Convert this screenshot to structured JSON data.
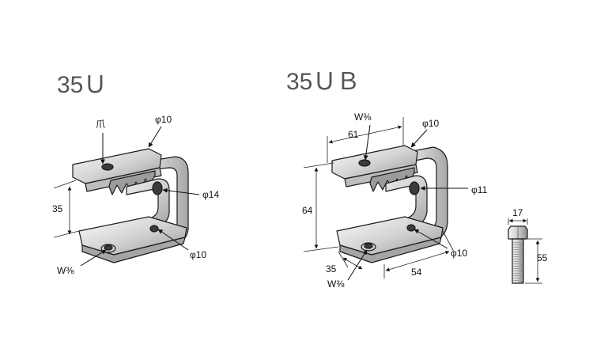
{
  "left": {
    "title": "35Ｕ",
    "labels": {
      "claw": "爪",
      "phi10_top": "φ10",
      "phi14": "φ14",
      "phi10_bottom": "φ10",
      "height": "35",
      "thread": "W⅜"
    }
  },
  "right": {
    "title": "35ＵＢ",
    "labels": {
      "thread_top": "W⅜",
      "width_top": "61",
      "phi10_top": "φ10",
      "phi11": "φ11",
      "height": "64",
      "phi10_bottom": "φ10",
      "depth": "35",
      "thread_bottom": "W⅜",
      "length": "54"
    }
  },
  "bolt": {
    "head": "17",
    "length": "55"
  },
  "colors": {
    "metal_light": "#f2f2f2",
    "metal_mid": "#c9c9c9",
    "metal_dark": "#8a8a8a",
    "title_gray": "#555555"
  }
}
